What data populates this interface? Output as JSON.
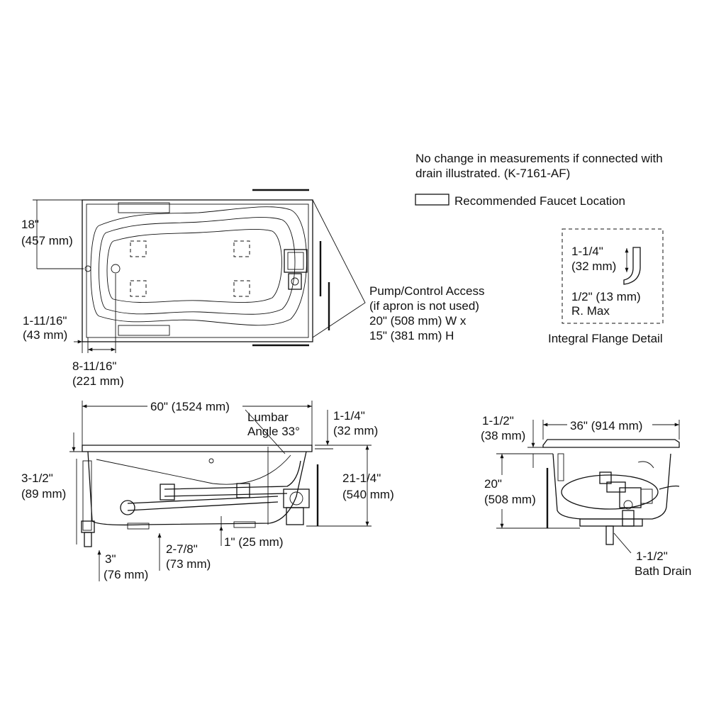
{
  "notes": {
    "line1": "No change in measurements if connected with",
    "line2": "drain illustrated. (K-7161-AF)",
    "faucet_legend": "Recommended Faucet Location"
  },
  "plan_view": {
    "width_in": "18\"",
    "width_mm": "(457 mm)",
    "edge_in": "1-11/16\"",
    "edge_mm": "(43 mm)",
    "drain_in": "8-11/16\"",
    "drain_mm": "(221 mm)"
  },
  "pump_access": {
    "line1": "Pump/Control Access",
    "line2": "(if apron is not used)",
    "line3": "20\" (508 mm) W x",
    "line4": "15\" (381 mm) H"
  },
  "flange_detail": {
    "dim1_in": "1-1/4\"",
    "dim1_mm": "(32 mm)",
    "dim2": "1/2\" (13 mm)",
    "dim2_note": "R. Max",
    "caption": "Integral Flange Detail"
  },
  "side_view": {
    "length": "60\" (1524 mm)",
    "lumbar_line1": "Lumbar",
    "lumbar_line2": "Angle 33°",
    "rim_in": "1-1/4\"",
    "rim_mm": "(32 mm)",
    "height_in": "21-1/4\"",
    "height_mm": "(540 mm)",
    "drop_in": "3-1/2\"",
    "drop_mm": "(89 mm)",
    "foot": "1\" (25 mm)",
    "drain_in": "3\"",
    "drain_mm": "(76 mm)",
    "offset_in": "2-7/8\"",
    "offset_mm": "(73 mm)"
  },
  "end_view": {
    "rim_in": "1-1/2\"",
    "rim_mm": "(38 mm)",
    "width": "36\" (914 mm)",
    "height_in": "20\"",
    "height_mm": "(508 mm)",
    "drain_line1": "1-1/2\"",
    "drain_line2": "Bath Drain"
  }
}
